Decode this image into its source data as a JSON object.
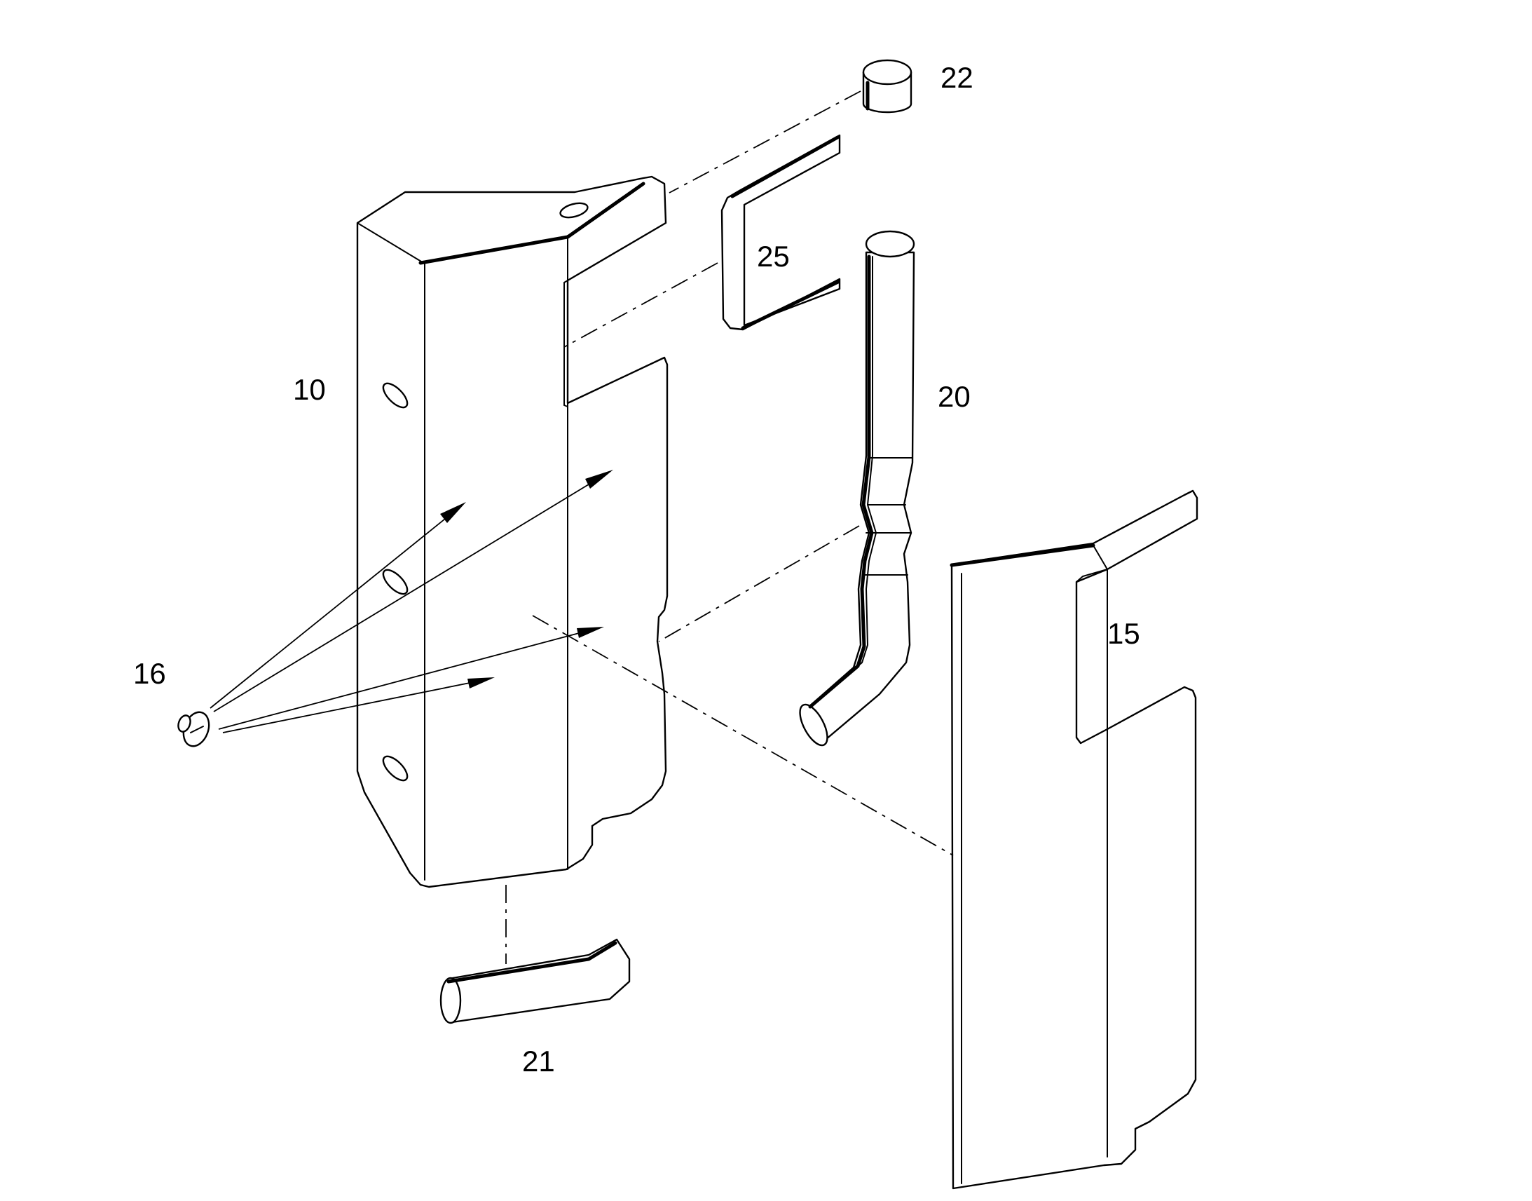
{
  "figure": {
    "background": "#ffffff",
    "line_color": "#000000"
  },
  "callouts": [
    {
      "id": "10",
      "text": "10"
    },
    {
      "id": "15",
      "text": "15"
    },
    {
      "id": "16",
      "text": "16"
    },
    {
      "id": "20",
      "text": "20"
    },
    {
      "id": "21",
      "text": "21"
    },
    {
      "id": "22",
      "text": "22"
    },
    {
      "id": "25",
      "text": "25"
    }
  ]
}
